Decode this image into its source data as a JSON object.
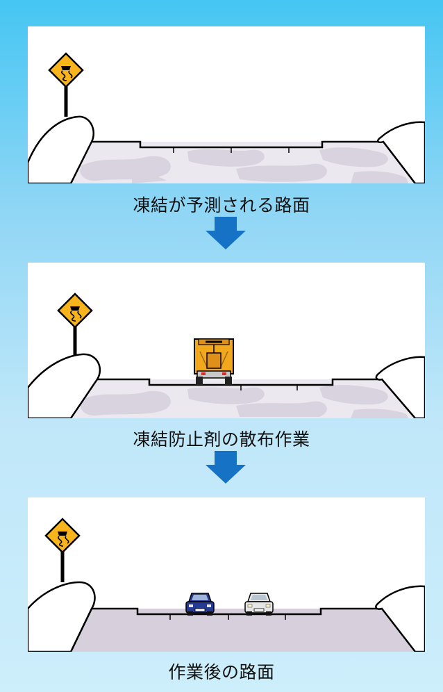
{
  "steps": [
    {
      "caption": "凍結が予測される路面"
    },
    {
      "caption": "凍結防止剤の散布作業"
    },
    {
      "caption": "作業後の路面"
    }
  ],
  "icons": {
    "sign": "slippery-road-warning-sign",
    "arrow": "down-arrow",
    "truck": "spreader-truck",
    "car": "car"
  },
  "colors": {
    "background_top": "#45c6f3",
    "background_bottom": "#cdeefb",
    "arrow": "#1672c4",
    "sign": "#f7b41c",
    "ice": "#d9d2df",
    "road": "#d7cfdc",
    "truck": "#f2a81d",
    "blue_car": "#243a93",
    "white_car": "#e6e6e6"
  }
}
